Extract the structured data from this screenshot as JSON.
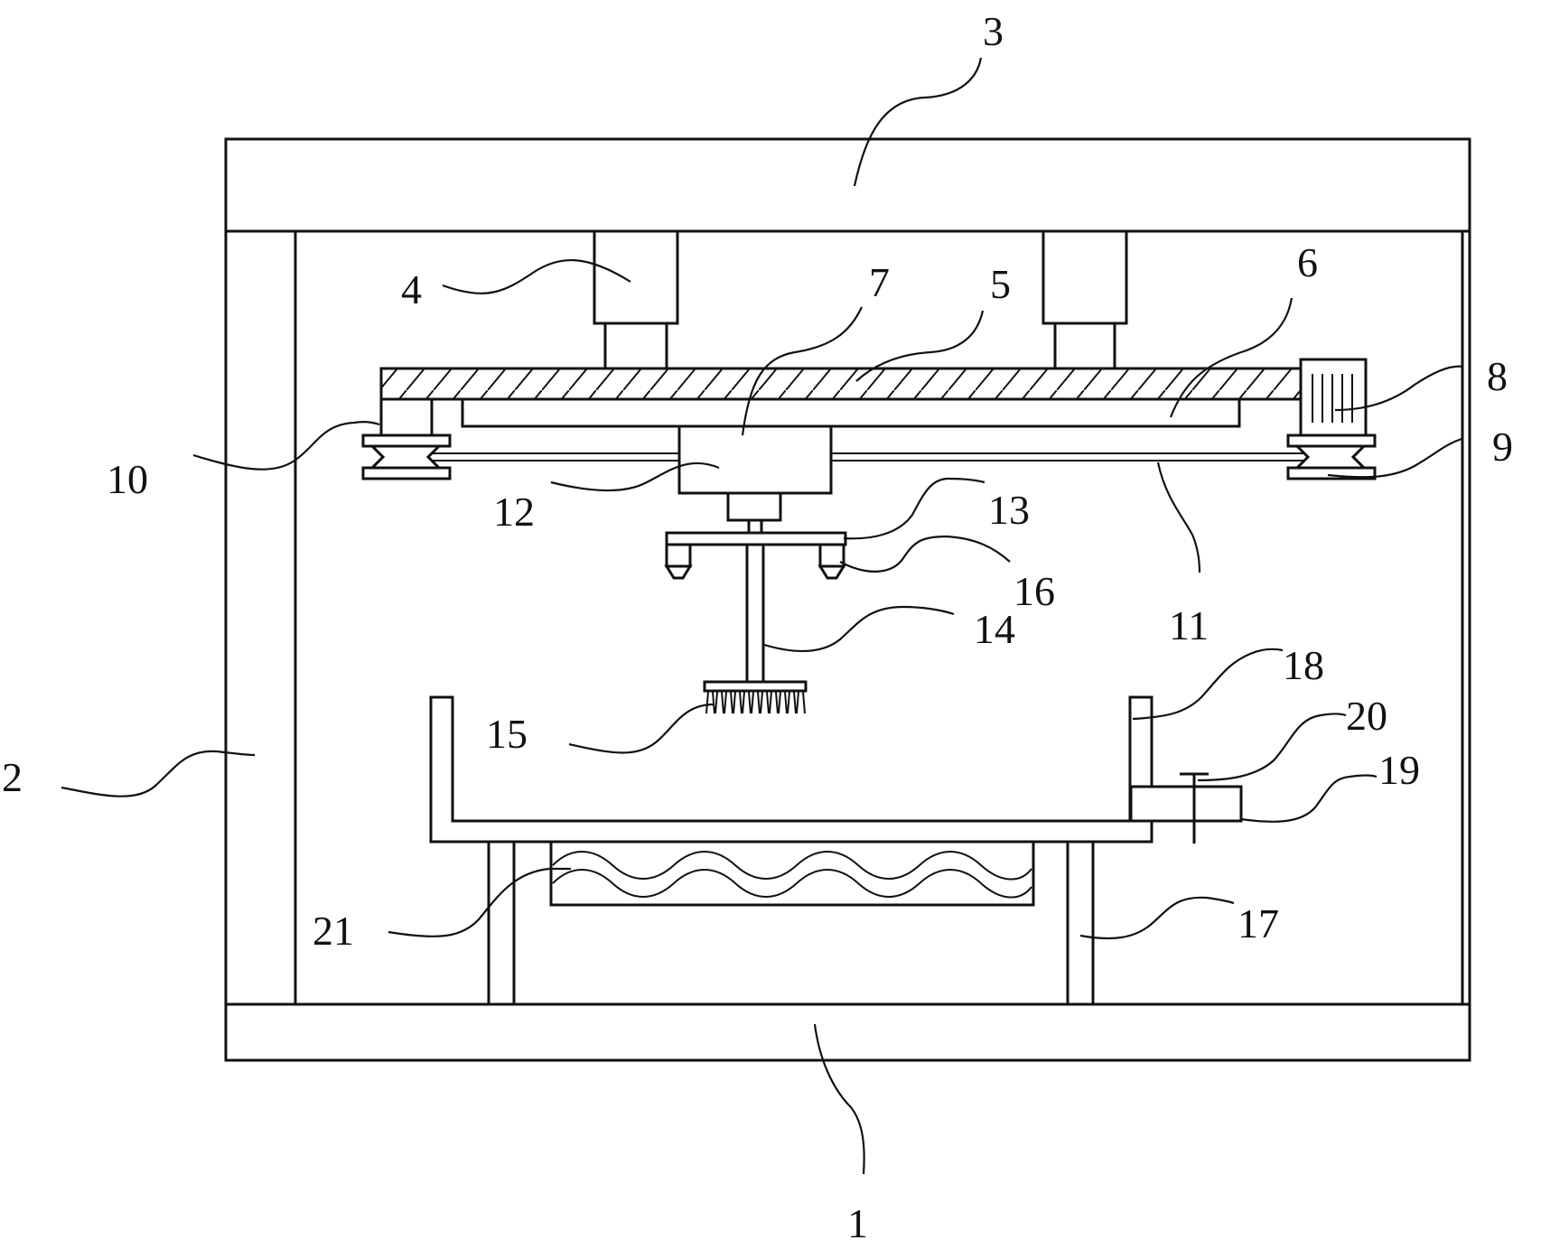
{
  "diagram": {
    "background": "#ffffff",
    "line_color": "#111111",
    "callouts": [
      "1",
      "2",
      "3",
      "4",
      "5",
      "6",
      "7",
      "8",
      "9",
      "10",
      "11",
      "12",
      "13",
      "14",
      "15",
      "16",
      "17",
      "18",
      "19",
      "20",
      "21"
    ]
  }
}
